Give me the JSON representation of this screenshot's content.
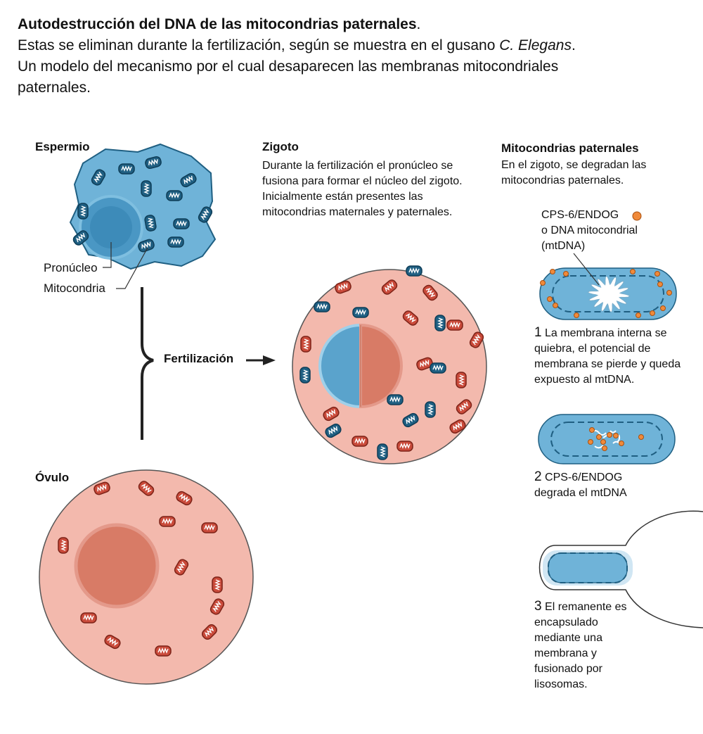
{
  "header": {
    "title": "Autodestrucción del DNA de las mitocondrias paternales",
    "title_end": ".",
    "line2_start": "Estas se eliminan durante la fertilización, según se muestra en el gusano ",
    "line2_species": "C. Elegans",
    "line2_end": ".",
    "line3": "Un modelo del mecanismo por el cual desaparecen las membranas mitocondriales paternales."
  },
  "sperm": {
    "title": "Espermio",
    "pronucleus_label": "Pronúcleo",
    "mitochondria_label": "Mitocondria"
  },
  "fertilization": {
    "label": "Fertilización"
  },
  "ovule": {
    "title": "Óvulo"
  },
  "zygote": {
    "title": "Zigoto",
    "description": "Durante la fertilización el pronúcleo se fusiona para formar el núcleo del zigoto. Inicialmente están presentes las mitocondrias maternales y paternales."
  },
  "paternal": {
    "title": "Mitocondrias paternales",
    "description": "En el zigoto, se degradan las mitocondrias paternales.",
    "legend_line1": "CPS-6/ENDOG",
    "legend_line2": "o DNA mitocondrial",
    "legend_line3": "(mtDNA)",
    "steps": [
      {
        "num": "1",
        "text": "La membrana interna se quiebra, el potencial de membrana se pierde y queda expuesto al mtDNA."
      },
      {
        "num": "2",
        "text": "CPS-6/ENDOG degrada el mtDNA"
      },
      {
        "num": "3",
        "text": "El remanente es encapsulado mediante una membrana y fusionado por lisosomas."
      }
    ]
  },
  "colors": {
    "paternal_blue": "#6fb3d8",
    "paternal_dark": "#1f5f82",
    "maternal_pink": "#f3b9ad",
    "maternal_red": "#c94a3a",
    "nucleus_red": "#d87b66",
    "nucleus_blue": "#5aa3cc",
    "endog_orange": "#f08a3a"
  }
}
